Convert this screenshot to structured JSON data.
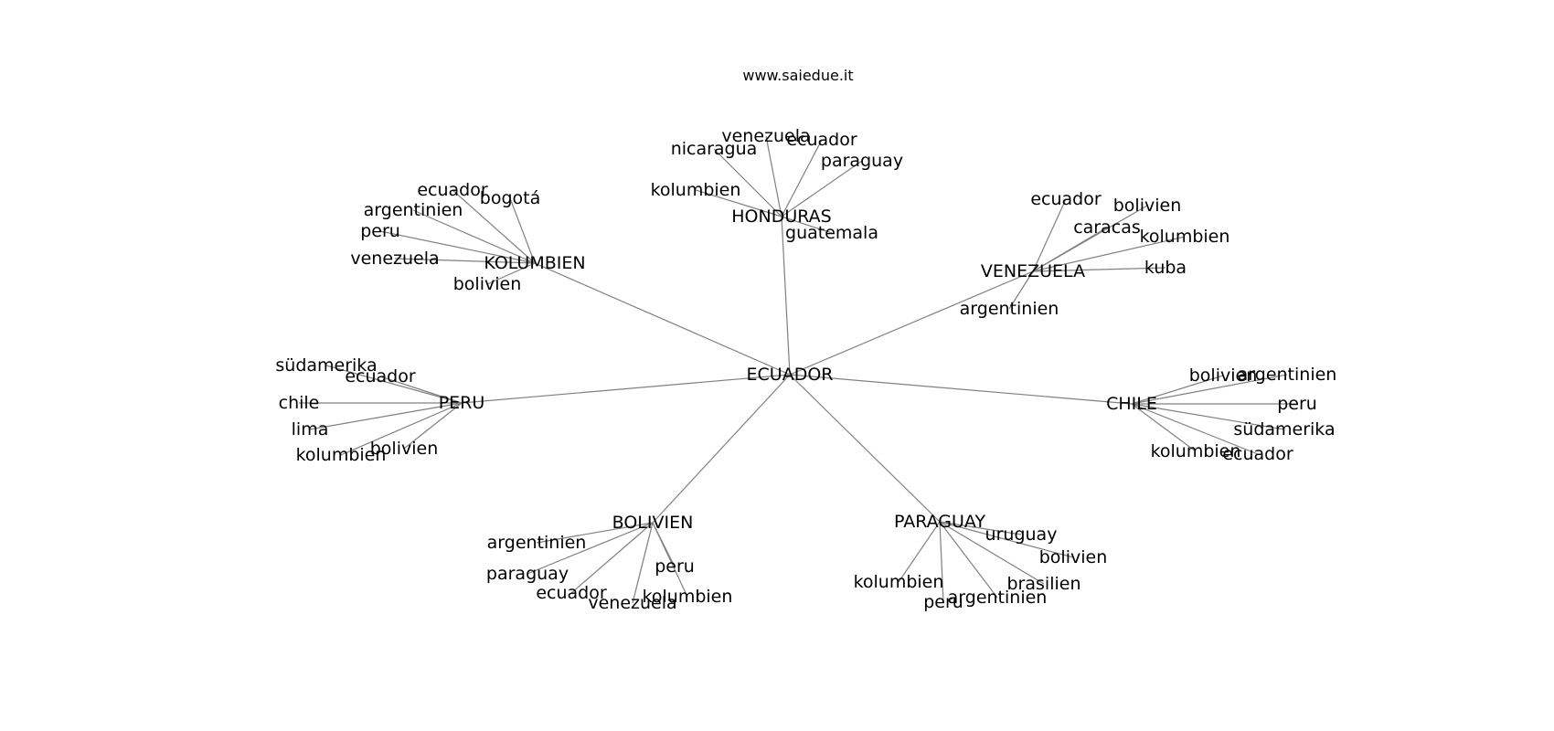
{
  "header": {
    "site": "www.saiedue.it"
  },
  "graph": {
    "root": "ECUADOR",
    "hubs": [
      {
        "label": "KOLUMBIEN",
        "leaves": [
          "ecuador",
          "bogotá",
          "argentinien",
          "peru",
          "venezuela",
          "bolivien"
        ]
      },
      {
        "label": "HONDURAS",
        "leaves": [
          "venezuela",
          "ecuador",
          "nicaragua",
          "paraguay",
          "kolumbien",
          "guatemala"
        ]
      },
      {
        "label": "VENEZUELA",
        "leaves": [
          "ecuador",
          "bolivien",
          "caracas",
          "kolumbien",
          "kuba",
          "argentinien"
        ]
      },
      {
        "label": "PERU",
        "leaves": [
          "südamerika",
          "ecuador",
          "chile",
          "lima",
          "bolivien",
          "kolumbien"
        ]
      },
      {
        "label": "CHILE",
        "leaves": [
          "bolivien",
          "argentinien",
          "peru",
          "südamerika",
          "kolumbien",
          "ecuador"
        ]
      },
      {
        "label": "BOLIVIEN",
        "leaves": [
          "argentinien",
          "paraguay",
          "peru",
          "ecuador",
          "kolumbien",
          "venezuela"
        ]
      },
      {
        "label": "PARAGUAY",
        "leaves": [
          "uruguay",
          "bolivien",
          "kolumbien",
          "brasilien",
          "argentinien",
          "peru"
        ]
      }
    ]
  }
}
